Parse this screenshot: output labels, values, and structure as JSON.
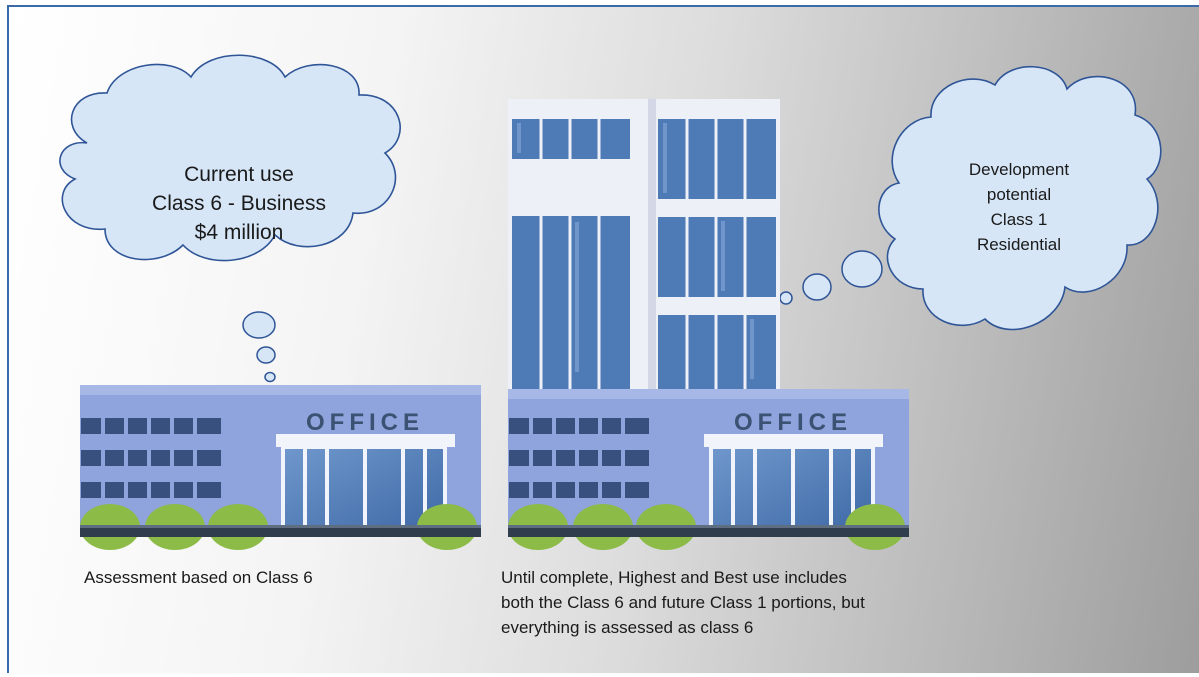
{
  "left_building": {
    "thought": [
      "Current use",
      "Class 6 - Business",
      "$4 million"
    ],
    "sign": "OFFICE",
    "caption": [
      "Assessment based on Class 6"
    ]
  },
  "right_building": {
    "thought": [
      "Development",
      "potential",
      "Class 1",
      "Residential"
    ],
    "sign": "OFFICE",
    "caption": [
      "Until complete, Highest and Best use includes",
      "both the Class 6 and future Class 1 portions, but",
      "everything is assessed as class 6"
    ]
  },
  "colors": {
    "cloud_fill": "#d6e6f7",
    "cloud_stroke": "#2f5597",
    "building_blue": "#8fa3dc",
    "tower_white": "#eef0f8",
    "window_blue": "#4e7ab6",
    "bush_green": "#8dbb48"
  }
}
